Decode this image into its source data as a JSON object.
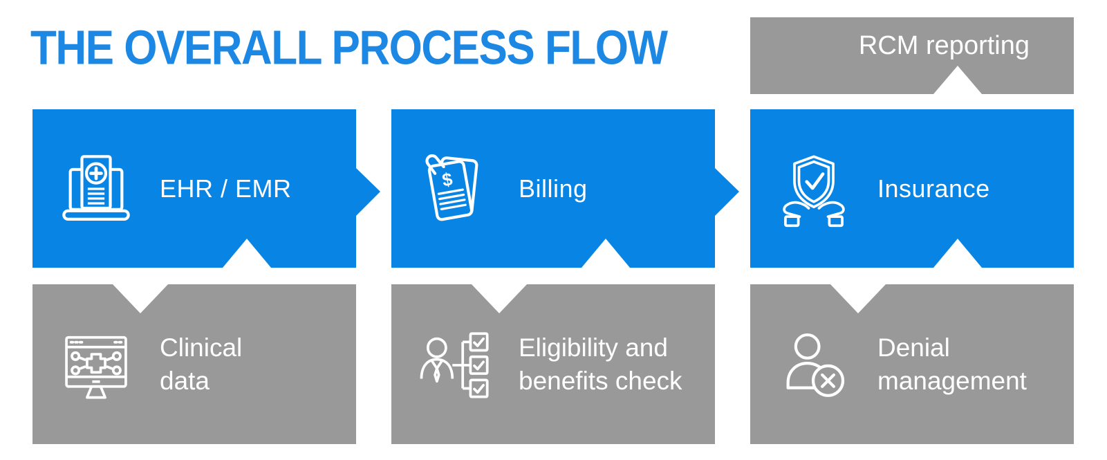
{
  "title": "THE OVERALL PROCESS FLOW",
  "colors": {
    "accent_blue": "#0884e4",
    "box_gray": "#999999",
    "title_blue": "#1d88e3",
    "text_white": "#ffffff"
  },
  "rcm_box": {
    "label": "RCM reporting"
  },
  "steps": [
    {
      "label": "EHR / EMR",
      "icon": "ehr-laptop-medical-record-icon",
      "has_arrow": true,
      "sub": {
        "line1": "Clinical",
        "line2": "data",
        "icon": "clinical-data-monitor-icon"
      }
    },
    {
      "label": "Billing",
      "icon": "billing-invoice-icon",
      "has_arrow": true,
      "sub": {
        "line1": "Eligibility and",
        "line2": "benefits check",
        "icon": "eligibility-checklist-icon"
      }
    },
    {
      "label": "Insurance",
      "icon": "insurance-shield-hands-icon",
      "has_arrow": false,
      "sub": {
        "line1": "Denial",
        "line2": "management",
        "icon": "denial-user-x-icon"
      }
    }
  ]
}
